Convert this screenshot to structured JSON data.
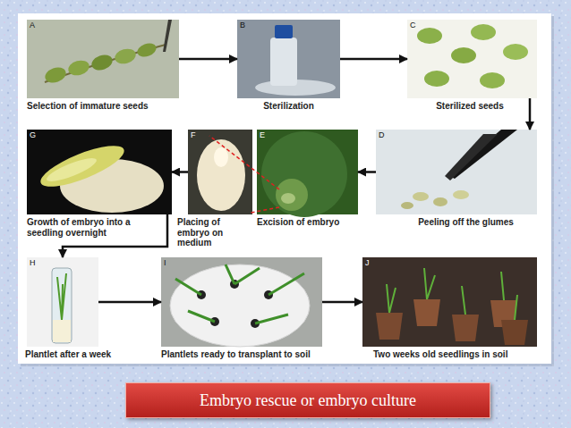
{
  "diagram": {
    "caption": "Embryo rescue  or  embryo culture",
    "nodes": [
      {
        "text": [
          "A",
          "Selection of immature seeds"
        ]
      },
      {
        "text": [
          "B",
          "Sterilization"
        ]
      },
      {
        "text": [
          "C",
          "Sterilized seeds"
        ]
      },
      {
        "text": [
          "D",
          "Peeling off the glumes"
        ]
      },
      {
        "text": [
          "E",
          "Excision of embryo"
        ]
      },
      {
        "text": [
          "F",
          "Placing of embryo on medium"
        ]
      },
      {
        "text": [
          "G",
          "Growth of embryo into a seedling overnight"
        ]
      },
      {
        "text": [
          "H",
          "Plantlet after a week"
        ]
      },
      {
        "text": [
          "I",
          "Plantlets ready to transplant to soil"
        ]
      },
      {
        "text": [
          "J",
          "Two weeks old seedlings in soil"
        ]
      }
    ],
    "edges": [
      {
        "from": 0,
        "to": 1,
        "arrow": "to"
      },
      {
        "from": 1,
        "to": 2,
        "arrow": "to"
      },
      {
        "from": 2,
        "to": 3,
        "arrow": "to"
      },
      {
        "from": 3,
        "to": 4,
        "arrow": "to"
      },
      {
        "from": 5,
        "to": 6,
        "arrow": "to"
      },
      {
        "from": 6,
        "to": 7,
        "arrow": "to"
      },
      {
        "from": 7,
        "to": 8,
        "arrow": "to"
      },
      {
        "from": 8,
        "to": 9,
        "arrow": "to"
      }
    ]
  }
}
